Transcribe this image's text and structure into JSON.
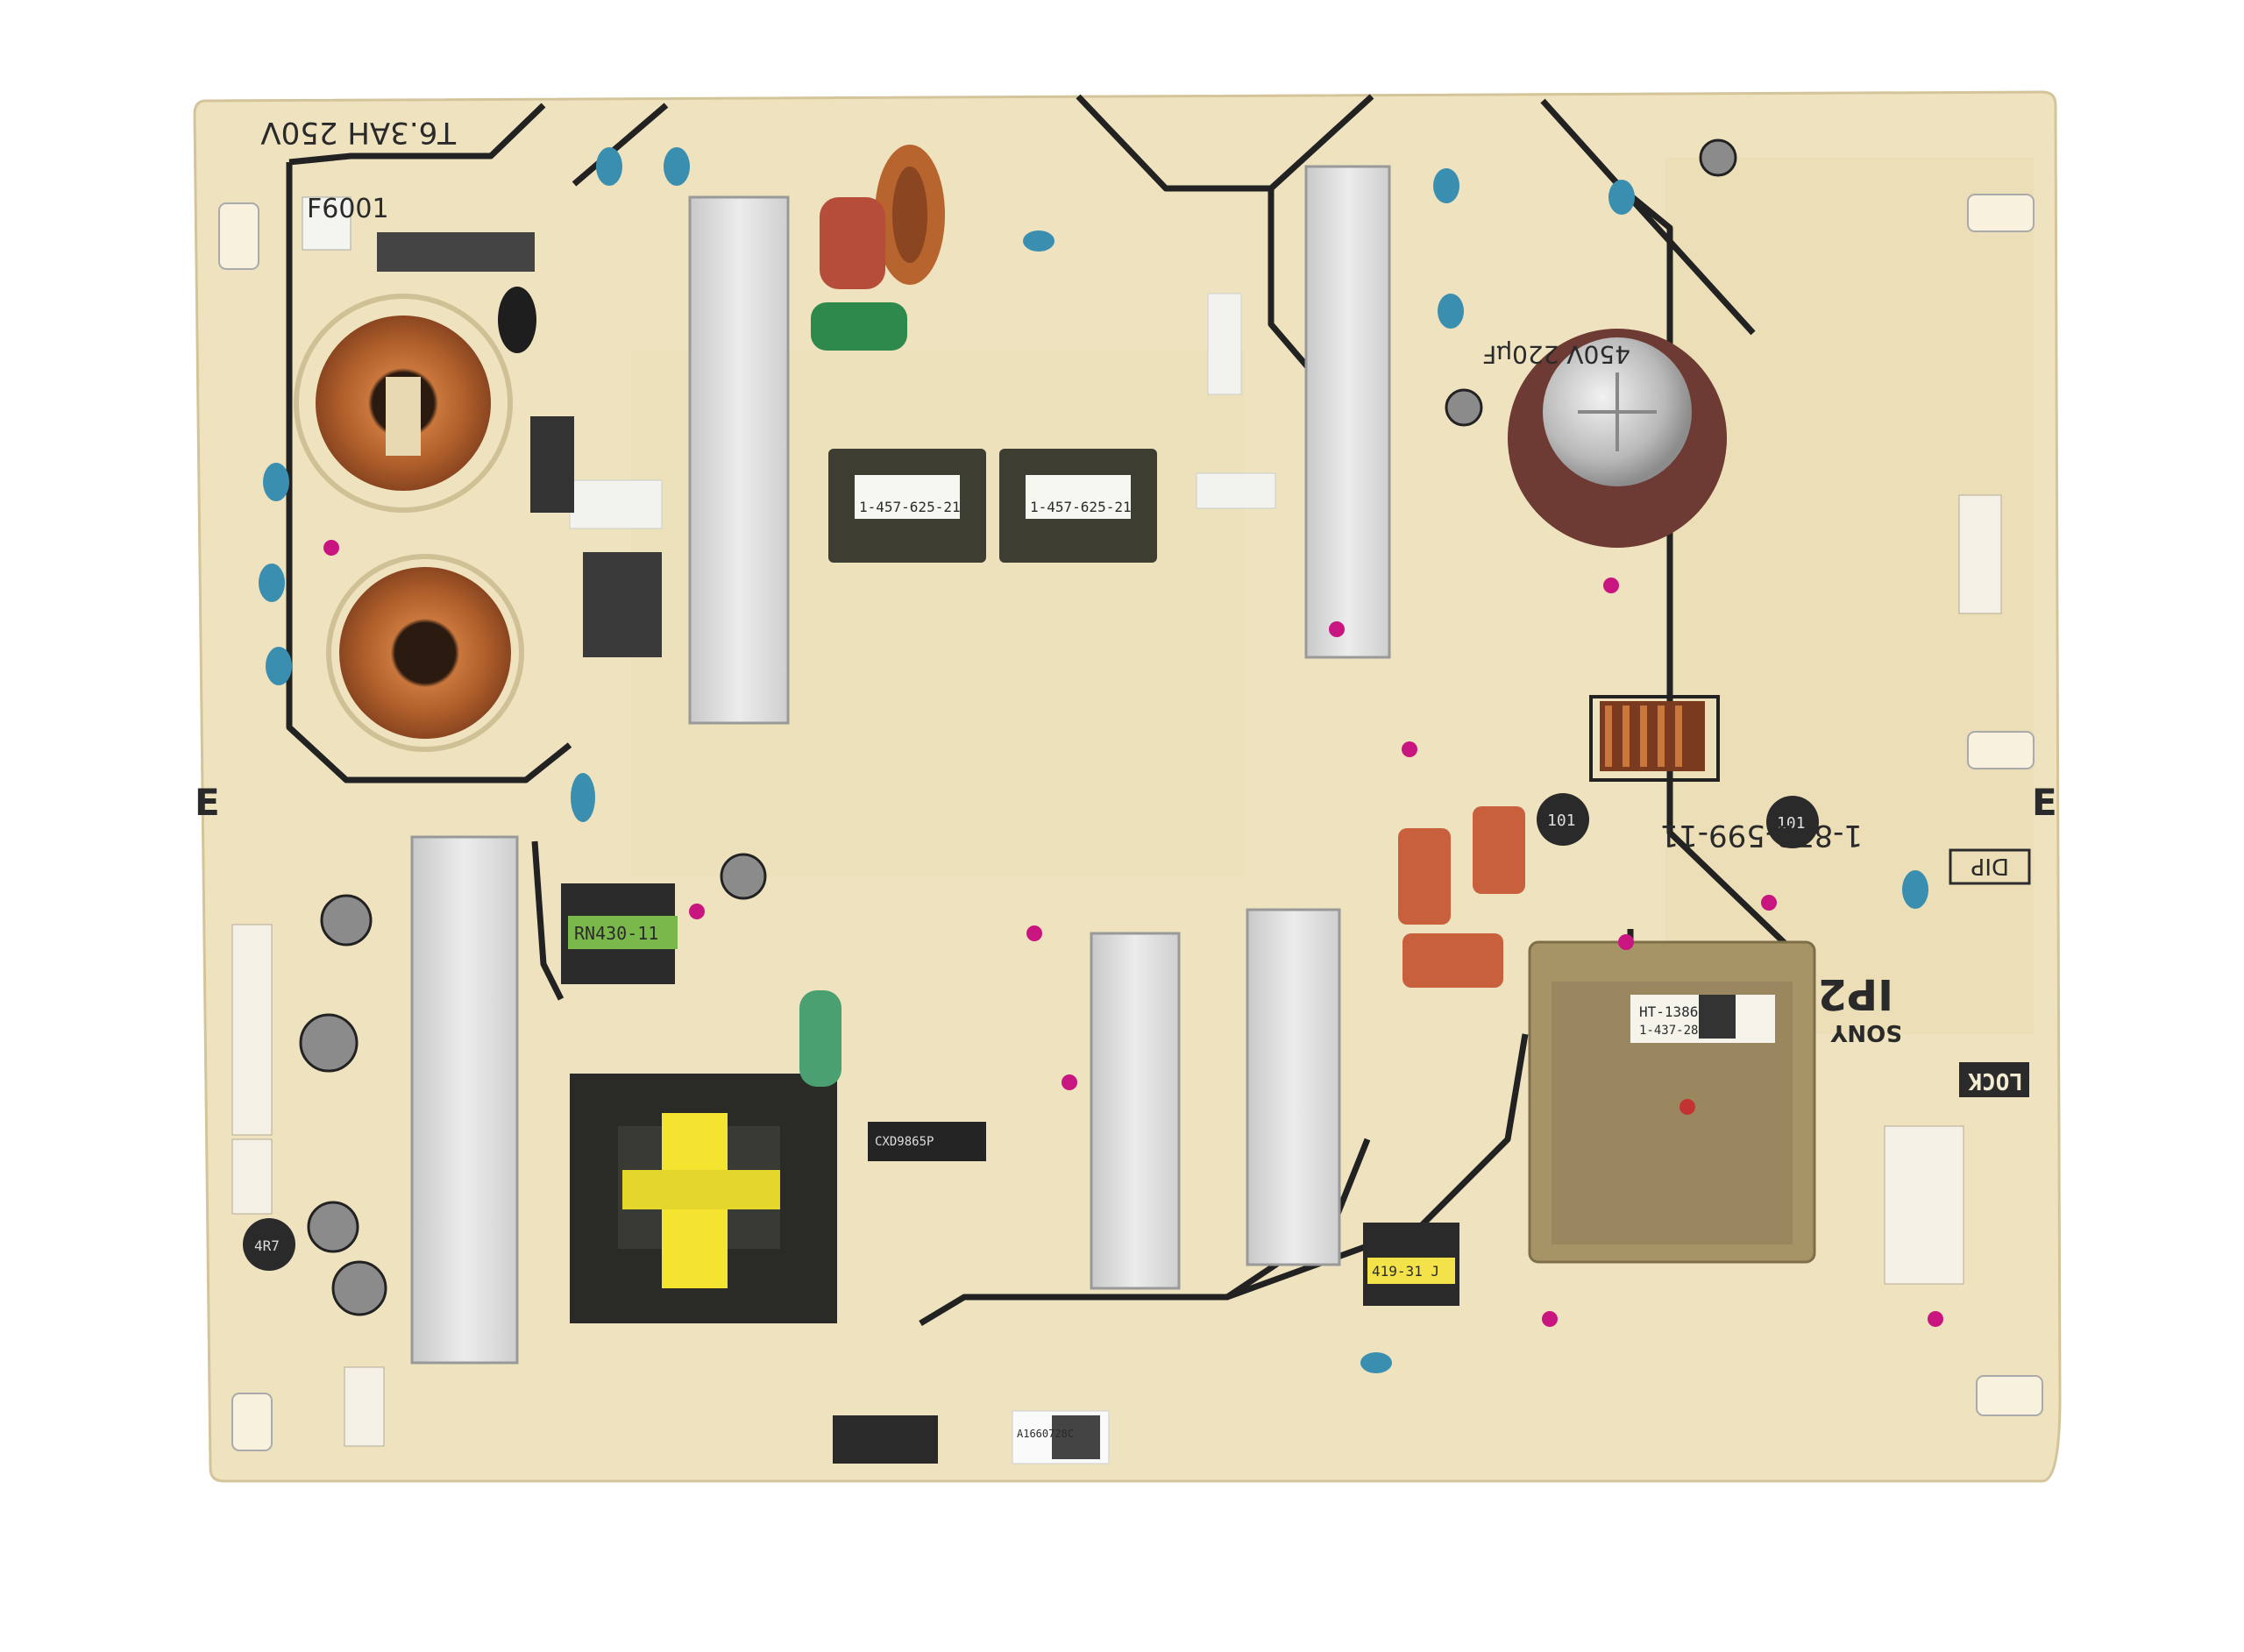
{
  "board": {
    "part_number": "1-878-599-11",
    "fuse_rating": "T6.3AH 250V",
    "fuse_ref": "F6001",
    "model_mark": "IP2",
    "brand": "SONY",
    "lock_label": "LOCK",
    "dip_label": "DIP",
    "edge_mark_left": "E",
    "edge_mark_right": "E"
  },
  "components": {
    "main_cap_rating": "450V 220μF",
    "transformer_left_1": "1-457-625-21",
    "transformer_left_2": "1-457-625-21",
    "relay_label": "RN430-11",
    "main_transformer_label": "HT-1386 /M",
    "main_transformer_pn": "1-437-282-23",
    "ic_label": "CXD9865P",
    "small_cap_label_1": "101",
    "small_cap_label_2": "101",
    "choke_label": "4R7",
    "filter_label": "419-31 J",
    "sticker_code": "A1660728C"
  },
  "colors": {
    "board": "#efe3bf",
    "trace": "#222222",
    "copper": "#b8642e",
    "heatsink": "#dcdcdc",
    "capacitor_blue": "#3a8fb0",
    "transformer_body": "#9a8760"
  }
}
